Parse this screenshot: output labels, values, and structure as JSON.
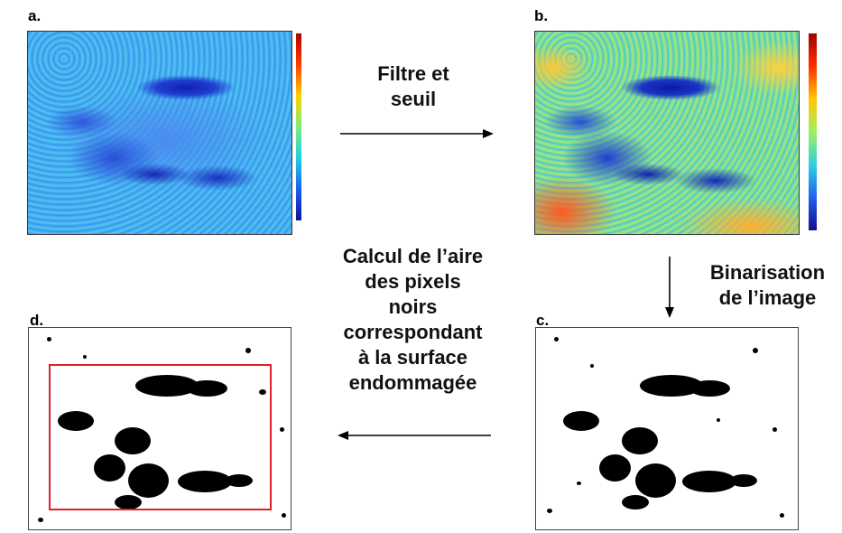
{
  "panels": {
    "a": {
      "letter": "a."
    },
    "b": {
      "letter": "b."
    },
    "c": {
      "letter": "c."
    },
    "d": {
      "letter": "d."
    }
  },
  "steps": {
    "filter": {
      "line1": "Filtre et",
      "line2": "seuil"
    },
    "binarize": {
      "line1": "Binarisation",
      "line2": "de l’image"
    },
    "area": {
      "line1": "Calcul de l’aire",
      "line2": "des pixels",
      "line3": "noirs",
      "line4": "correspondant",
      "line5": "à la surface",
      "line6": "endommagée"
    }
  },
  "colors": {
    "roi_box": "#e0202a",
    "arrow": "#000000"
  }
}
